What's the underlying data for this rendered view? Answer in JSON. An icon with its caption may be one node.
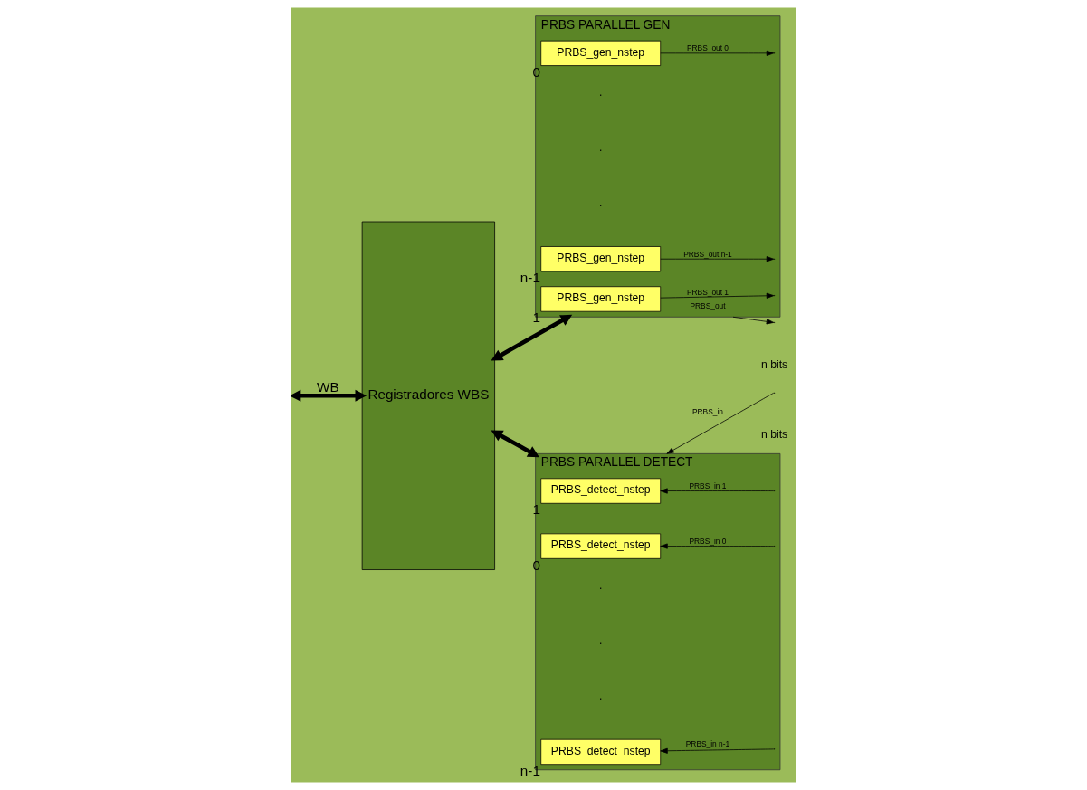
{
  "diagram": {
    "nodes": [
      {
        "text": [
          "Registradores WBS"
        ]
      },
      {
        "text": [
          "PRBS PARALLEL GEN"
        ]
      },
      {
        "text": [
          "PRBS_gen_nstep"
        ],
        "in": 1,
        "beside": [
          "0"
        ]
      },
      {
        "text": [
          "PRBS_gen_nstep"
        ],
        "in": 1,
        "beside": [
          "1"
        ]
      },
      {
        "text": [
          "PRBS_gen_nstep"
        ],
        "in": 1,
        "beside": [
          "n-1"
        ]
      },
      {
        "text": [
          "PRBS PARALLEL DETECT"
        ]
      },
      {
        "text": [
          "PRBS_detect_nstep"
        ],
        "in": 5,
        "beside": [
          "0"
        ]
      },
      {
        "text": [
          "PRBS_detect_nstep"
        ],
        "in": 5,
        "beside": [
          "1"
        ]
      },
      {
        "text": [
          "PRBS_detect_nstep"
        ],
        "in": 5,
        "beside": [
          "n-1"
        ]
      }
    ],
    "edges": [
      {
        "from": null,
        "to": 0,
        "arrow": "both",
        "style": "thick",
        "label": "WB"
      },
      {
        "from": 0,
        "to": 1,
        "arrow": "both",
        "style": "thick"
      },
      {
        "from": 0,
        "to": 5,
        "arrow": "both",
        "style": "thick"
      },
      {
        "from": 2,
        "to": 1,
        "arrow": "to",
        "label": "PRBS_out 0"
      },
      {
        "from": 3,
        "to": 1,
        "arrow": "to",
        "label": "PRBS_out 1"
      },
      {
        "from": 4,
        "to": 1,
        "arrow": "to",
        "label": "PRBS_out n-1"
      },
      {
        "from": 1,
        "to": null,
        "arrow": "to",
        "label": "PRBS_out"
      },
      {
        "from": 5,
        "to": 6,
        "arrow": "to",
        "label": "PRBS_in 0"
      },
      {
        "from": 5,
        "to": 7,
        "arrow": "to",
        "label": "PRBS_in 1"
      },
      {
        "from": 5,
        "to": 8,
        "arrow": "to",
        "label": "PRBS_in n-1"
      },
      {
        "from": null,
        "to": 5,
        "arrow": "to",
        "label": "PRBS_in"
      }
    ],
    "labels": [
      ".",
      ".",
      ".",
      "n bits",
      ".",
      ".",
      ".",
      "n bits"
    ]
  }
}
